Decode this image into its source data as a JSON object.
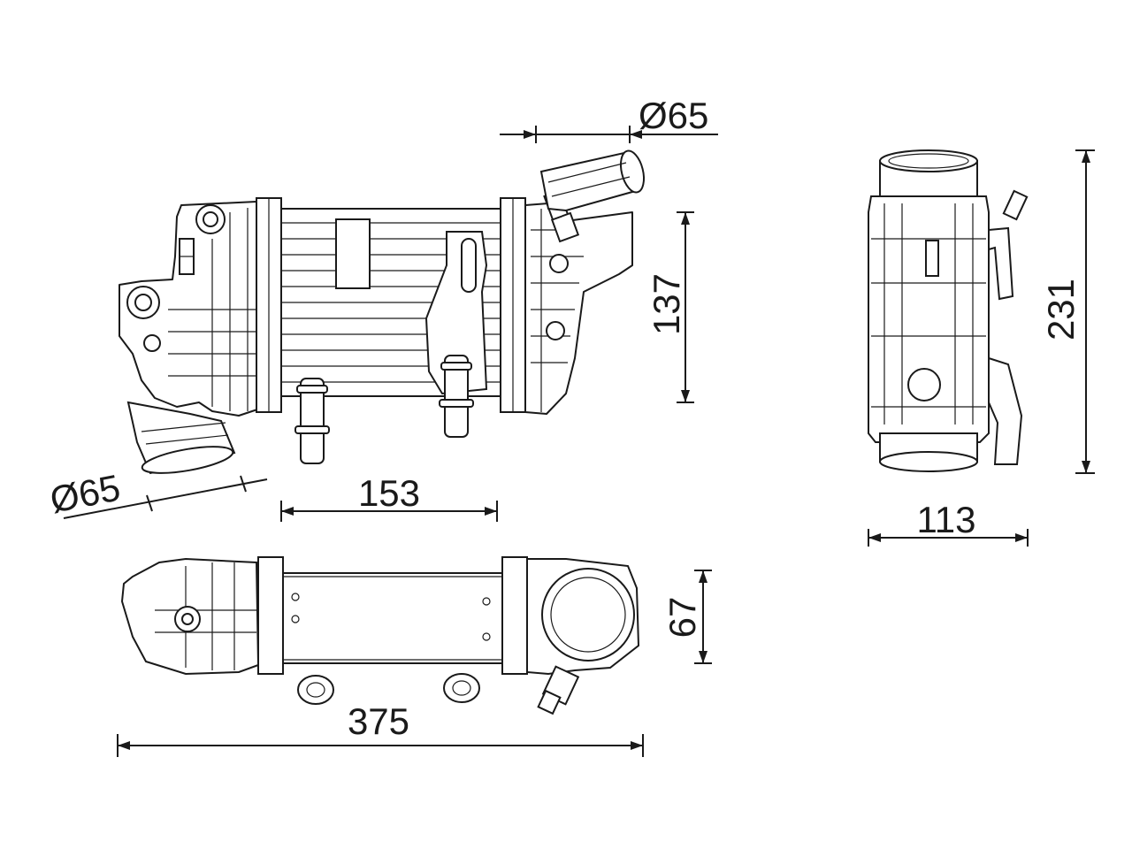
{
  "dimensions": {
    "inlet_top_diameter": "Ø65",
    "inlet_bottom_diameter": "Ø65",
    "core_width": "153",
    "core_height": "137",
    "overall_height": "231",
    "side_width": "113",
    "top_depth": "67",
    "overall_length": "375"
  },
  "colors": {
    "line": "#1a1a1a",
    "background": "#ffffff"
  }
}
